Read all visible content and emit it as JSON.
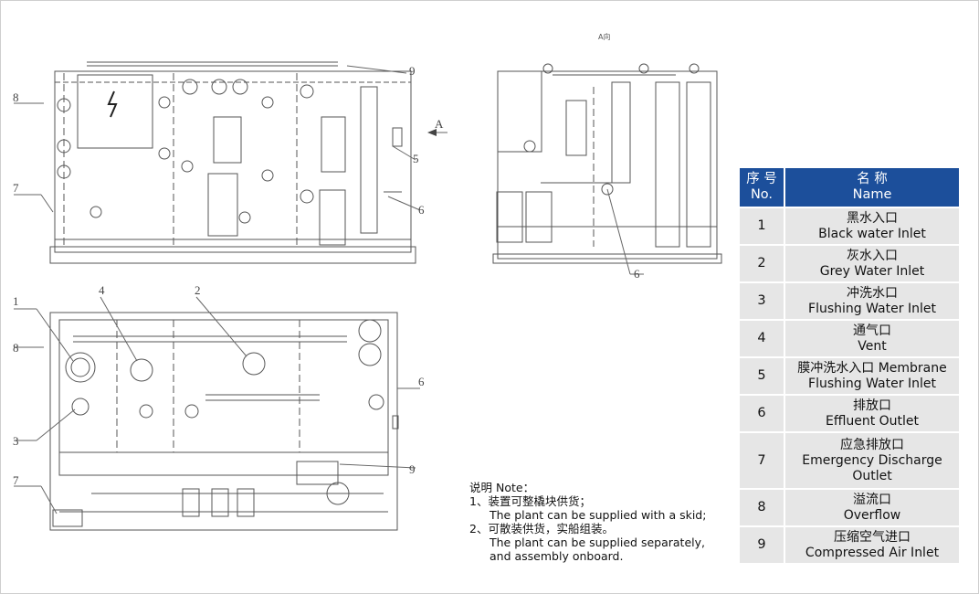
{
  "drawing": {
    "view_arrow_label": "A",
    "view_title": "A向",
    "callouts": [
      "1",
      "2",
      "3",
      "4",
      "5",
      "6",
      "7",
      "8",
      "9"
    ]
  },
  "notes": {
    "title": "说明 Note：",
    "items": [
      {
        "cn": "1、装置可整橇块供货；",
        "en": "The plant can be supplied with a skid;"
      },
      {
        "cn": "2、可散装供货，实船组装。",
        "en_1": "The plant can be supplied separately,",
        "en_2": "and assembly onboard."
      }
    ]
  },
  "legend": {
    "header": {
      "no_cn": "序 号",
      "no_en": "No.",
      "name_cn": "名 称",
      "name_en": "Name"
    },
    "rows": [
      {
        "no": "1",
        "lines": [
          "黑水入口",
          "Black water Inlet"
        ]
      },
      {
        "no": "2",
        "lines": [
          "灰水入口",
          "Grey Water Inlet"
        ]
      },
      {
        "no": "3",
        "lines": [
          "冲洗水口",
          "Flushing Water Inlet"
        ]
      },
      {
        "no": "4",
        "lines": [
          "通气口",
          "Vent"
        ]
      },
      {
        "no": "5",
        "lines": [
          "膜冲洗水入口 Membrane",
          "Flushing Water Inlet"
        ]
      },
      {
        "no": "6",
        "lines": [
          "排放口",
          "Effluent Outlet"
        ]
      },
      {
        "no": "7",
        "lines": [
          "应急排放口",
          "Emergency Discharge",
          "Outlet"
        ]
      },
      {
        "no": "8",
        "lines": [
          "溢流口",
          "Overflow"
        ]
      },
      {
        "no": "9",
        "lines": [
          "压缩空气进口",
          "Compressed Air Inlet"
        ]
      }
    ],
    "header_color": "#1c4f9b",
    "row_color": "#e6e6e6"
  }
}
